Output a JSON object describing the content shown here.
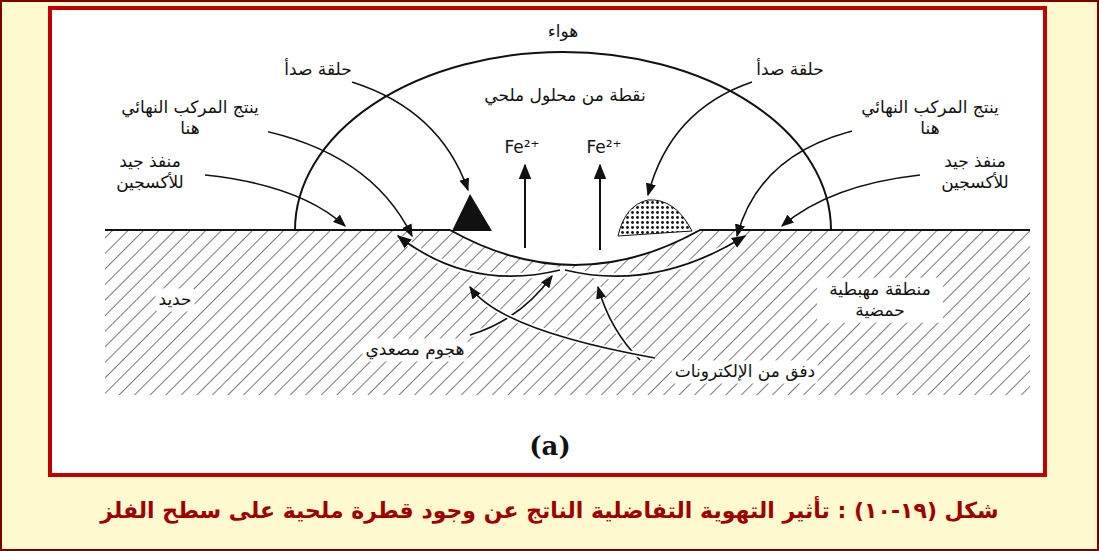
{
  "diagram": {
    "caption": "شكل (١٩-١٠) : تأثير التهوية التفاضلية الناتج عن وجود قطرة ملحية على سطح الفلز",
    "labels": [
      "هواء",
      "حلقة صدأ",
      "حلقة صدأ",
      "نقطة من محلول ملحي",
      "ينتج المركب النهائي هنا",
      "ينتج المركب النهائي هنا",
      "منفذ جيد للأكسجين",
      "منفذ جيد للأكسجين",
      "Fe²⁺",
      "Fe²⁺",
      "حديد",
      "منطقة مهبطية حمضية",
      "هجوم مصعدي",
      "دفق من الإلكترونات",
      "(a)"
    ]
  }
}
